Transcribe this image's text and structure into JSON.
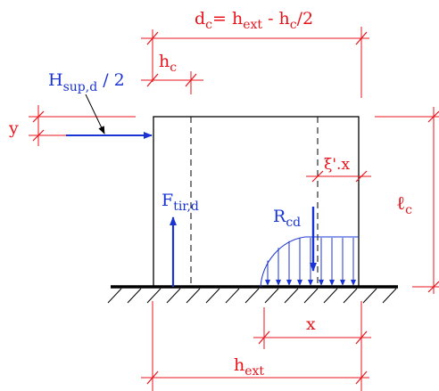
{
  "labels": {
    "dc_base": "d",
    "dc_sub": "c",
    "dc_mid": "= h",
    "dc_ext_sub": "ext",
    "dc_tail1": " - h",
    "dc_tail_sub": "c",
    "dc_tail2": "/2",
    "hc_base": "h",
    "hc_sub": "c",
    "H_base": "H",
    "H_sub": "sup,d",
    "H_tail": " / 2",
    "y": "y",
    "xi": "ξ'.x",
    "F_base": "F",
    "F_sub": "tir,d",
    "R_base": "R",
    "R_sub": "cd",
    "lc_base": "ℓ",
    "lc_sub": "c",
    "x": "x",
    "hext_base": "h",
    "hext_sub": "ext"
  },
  "colors": {
    "dimension": "#e8141b",
    "force": "#1a34d4",
    "structure": "#000000"
  }
}
